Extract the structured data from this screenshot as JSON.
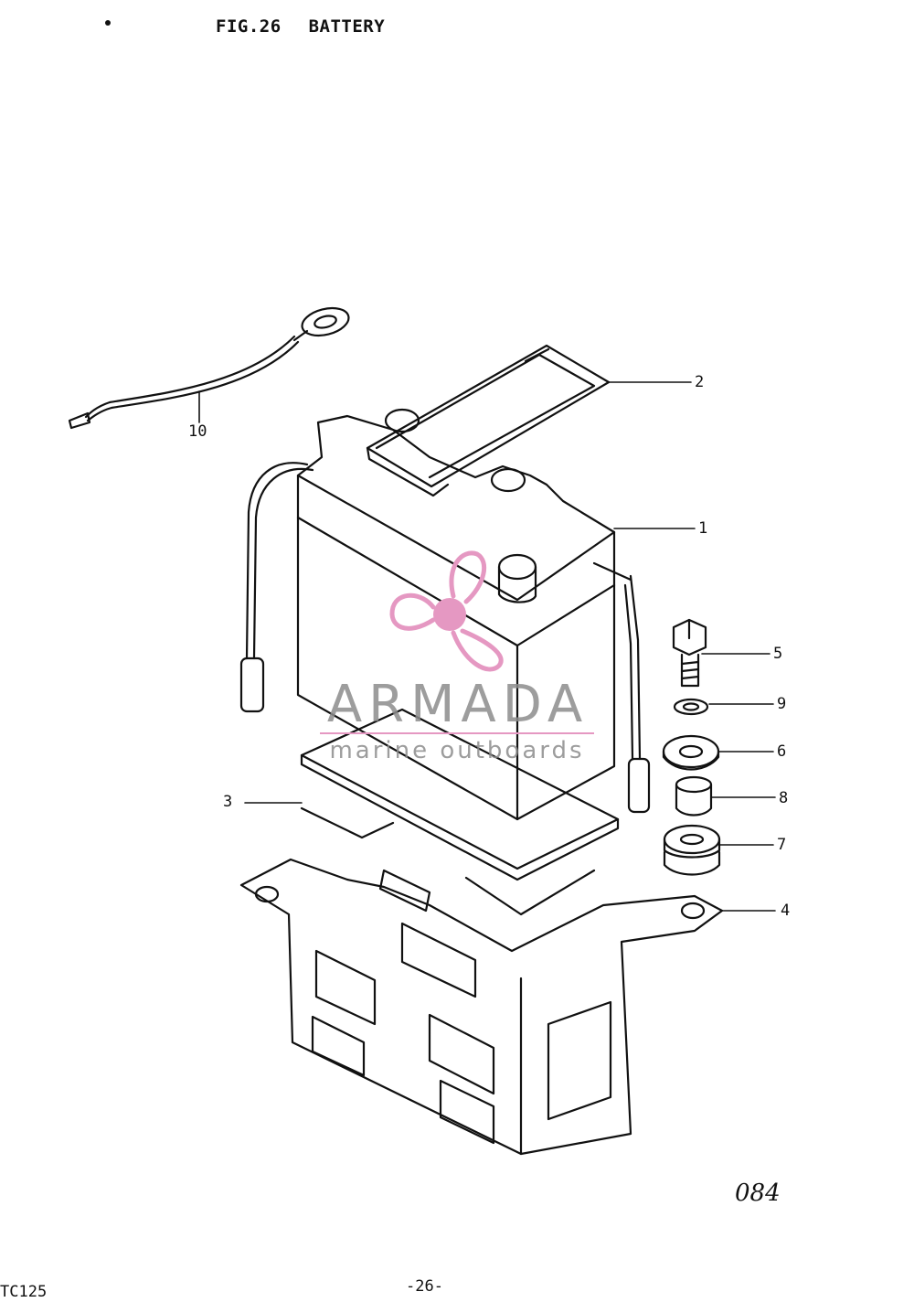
{
  "header": {
    "fig": "FIG.26",
    "title": "BATTERY"
  },
  "callouts": [
    {
      "id": "1",
      "label": "1"
    },
    {
      "id": "2",
      "label": "2"
    },
    {
      "id": "3",
      "label": "3"
    },
    {
      "id": "4",
      "label": "4"
    },
    {
      "id": "5",
      "label": "5"
    },
    {
      "id": "6",
      "label": "6"
    },
    {
      "id": "7",
      "label": "7"
    },
    {
      "id": "8",
      "label": "8"
    },
    {
      "id": "9",
      "label": "9"
    },
    {
      "id": "10",
      "label": "10"
    }
  ],
  "page_number": "084",
  "model": "TC125",
  "sheet": "-26-",
  "watermark": {
    "brand": "ARMADA",
    "tagline": "marine outboards",
    "accent_color": "#e598c2",
    "icon": "propeller-icon"
  }
}
